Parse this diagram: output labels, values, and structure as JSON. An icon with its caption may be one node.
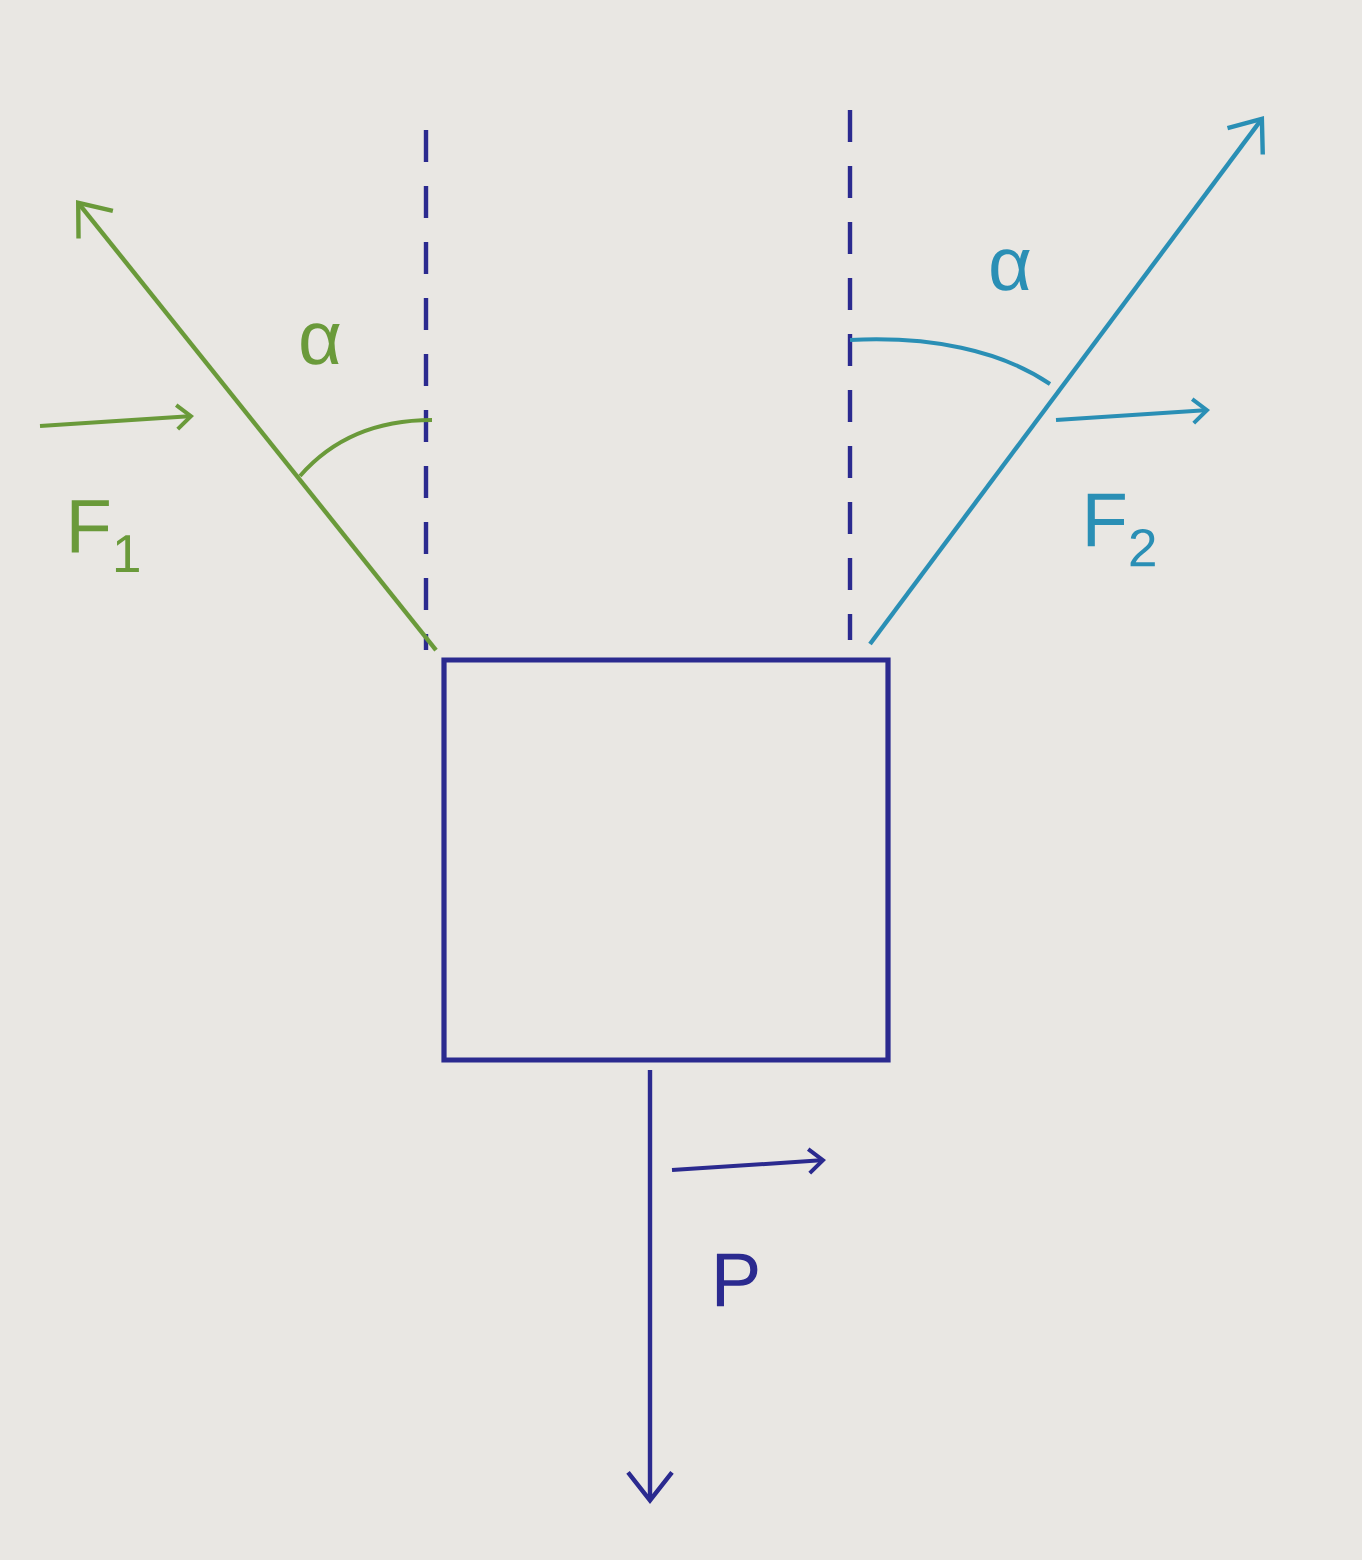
{
  "diagram": {
    "nodes": [
      {
        "text": [],
        "shape": "box"
      }
    ],
    "edges": [],
    "labels": [
      "F$_{1}$",
      "α",
      "α",
      "F$_{2}$",
      "P"
    ]
  }
}
